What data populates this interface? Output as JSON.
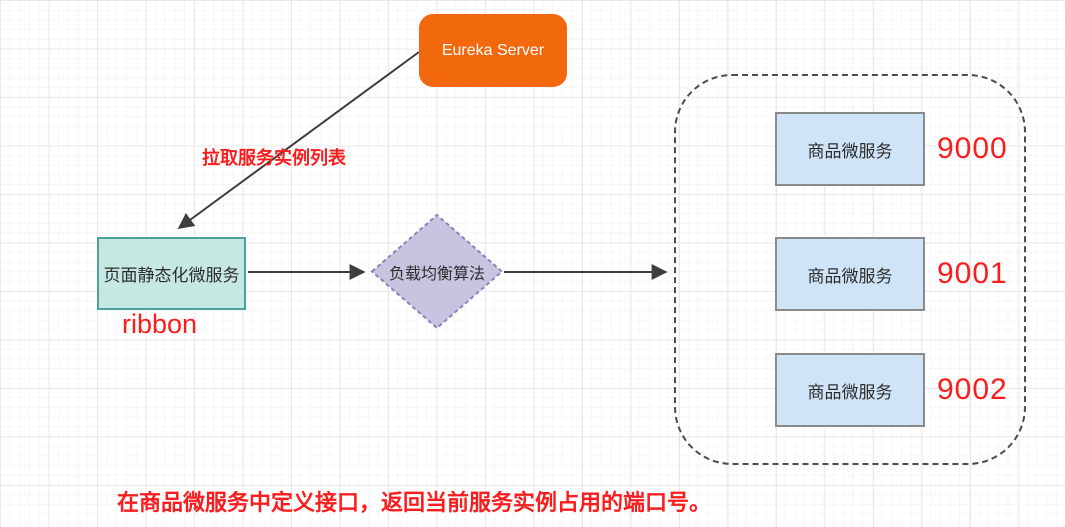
{
  "diagram": {
    "eureka": {
      "label": "Eureka Server",
      "fill": "#f2680d"
    },
    "pull_label": "拉取服务实例列表",
    "page_service": {
      "label": "页面静态化微服务",
      "fill": "#c6e8e3",
      "border": "#4aa39b"
    },
    "ribbon_label": "ribbon",
    "load_balancer": {
      "label": "负载均衡算法",
      "fill": "#c7c4e0",
      "border": "#8984ba"
    },
    "services": [
      {
        "label": "商品微服务",
        "port": "9000"
      },
      {
        "label": "商品微服务",
        "port": "9001"
      },
      {
        "label": "商品微服务",
        "port": "9002"
      }
    ],
    "service_fill": "#cfe4f7",
    "caption": "在商品微服务中定义接口，返回当前服务实例占用的端口号。",
    "colors": {
      "red_text": "#fb1d1d",
      "arrow": "#3d3d3d",
      "grid_major": "#e9e9e9",
      "grid_minor": "#f6f6f6"
    }
  }
}
